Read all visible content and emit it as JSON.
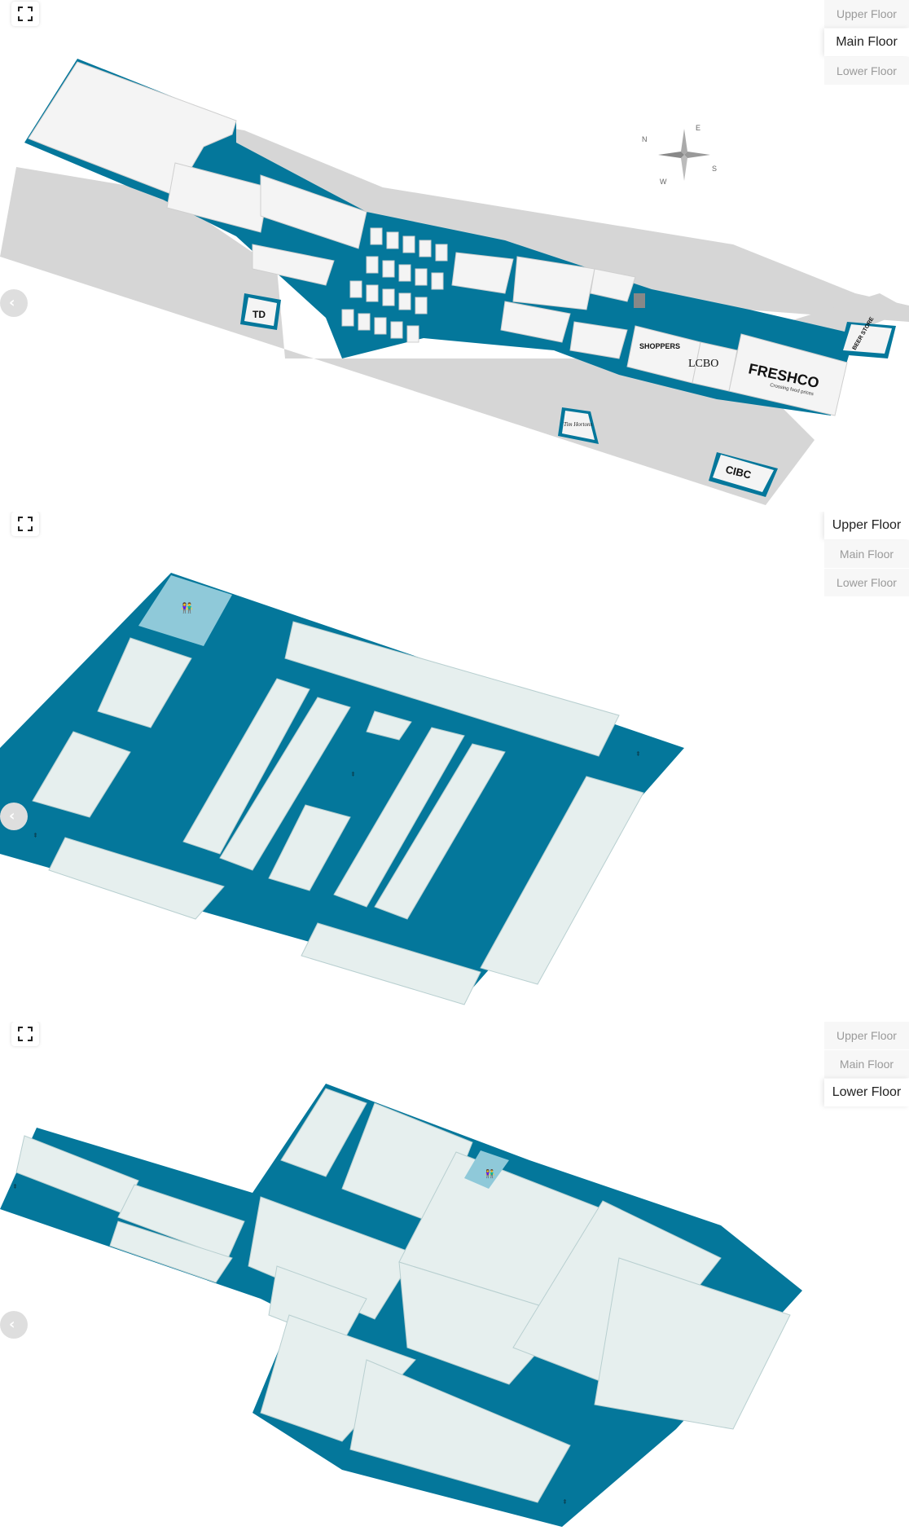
{
  "floor_selector": {
    "upper_label": "Upper Floor",
    "main_label": "Main Floor",
    "lower_label": "Lower Floor"
  },
  "panels": [
    {
      "id": "main-floor-map",
      "active_floor": "Main Floor"
    },
    {
      "id": "upper-floor-map",
      "active_floor": "Upper Floor"
    },
    {
      "id": "lower-floor-map",
      "active_floor": "Lower Floor"
    }
  ],
  "compass": {
    "n": "N",
    "e": "E",
    "s": "S",
    "w": "W"
  },
  "store_logos": {
    "td": "TD",
    "shoppers": "SHOPPERS",
    "lcbo": "LCBO",
    "freshco": "FRESHCO",
    "freshco_tagline": "Crossing food prices",
    "beer_store": "BEER STORE",
    "tim_hortons": "Tim Hortons",
    "cibc": "CIBC"
  },
  "icons": {
    "fullscreen": "expand-icon",
    "back": "chevron-left-icon",
    "restroom": "restroom-icon",
    "escalator": "escalator-icon"
  },
  "colors": {
    "corridor": "#04779b",
    "store_fill": "#e6efee",
    "store_fill_main": "#f4f4f4",
    "parking": "#d6d6d6",
    "restroom": "#8fc9d9",
    "bg": "#ffffff"
  }
}
